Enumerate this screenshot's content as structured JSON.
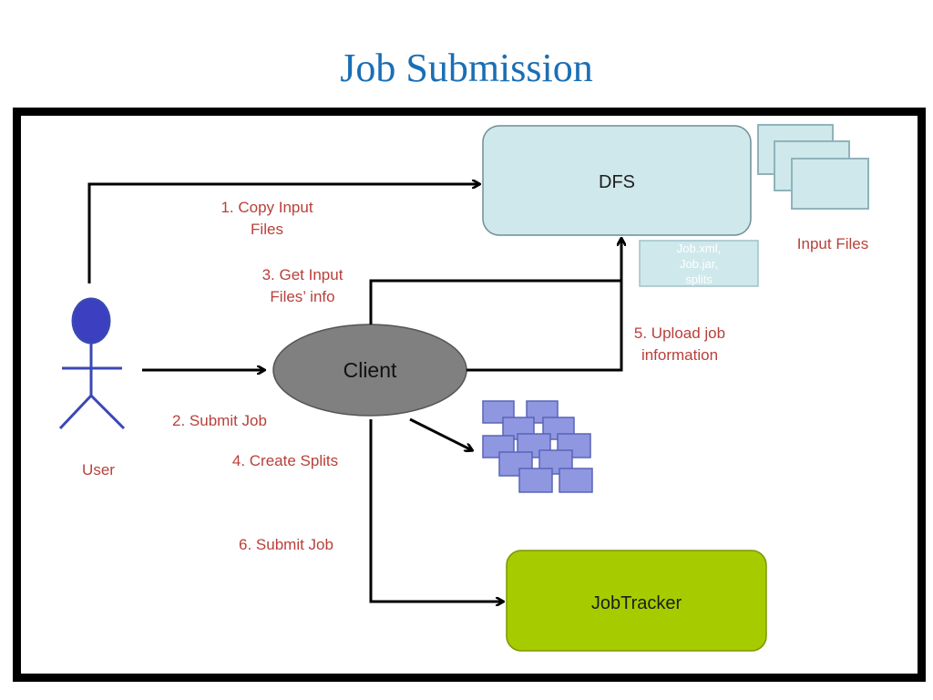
{
  "title": "Job Submission",
  "nodes": {
    "dfs": "DFS",
    "client": "Client",
    "jobtracker": "JobTracker",
    "user": "User",
    "input_files": "Input Files",
    "job_info_lines": [
      "Job.xml,",
      "Job.jar,",
      "splits"
    ]
  },
  "steps": {
    "copy_input": [
      "1. Copy Input",
      "Files"
    ],
    "submit_job_2": "2. Submit Job",
    "get_input_info": [
      "3. Get Input",
      "Files’ info"
    ],
    "create_splits": "4. Create Splits",
    "upload_info": [
      "5. Upload job",
      "information"
    ],
    "submit_job_6": "6. Submit Job"
  },
  "colors": {
    "title": "#1a6fb5",
    "dfs_fill": "#cfe8ec",
    "jobtracker_fill": "#a6cc00",
    "client_fill": "#808080",
    "user_stroke": "#3a48b5",
    "split_fill": "#8e97e0",
    "label_text": "#b8403a"
  }
}
